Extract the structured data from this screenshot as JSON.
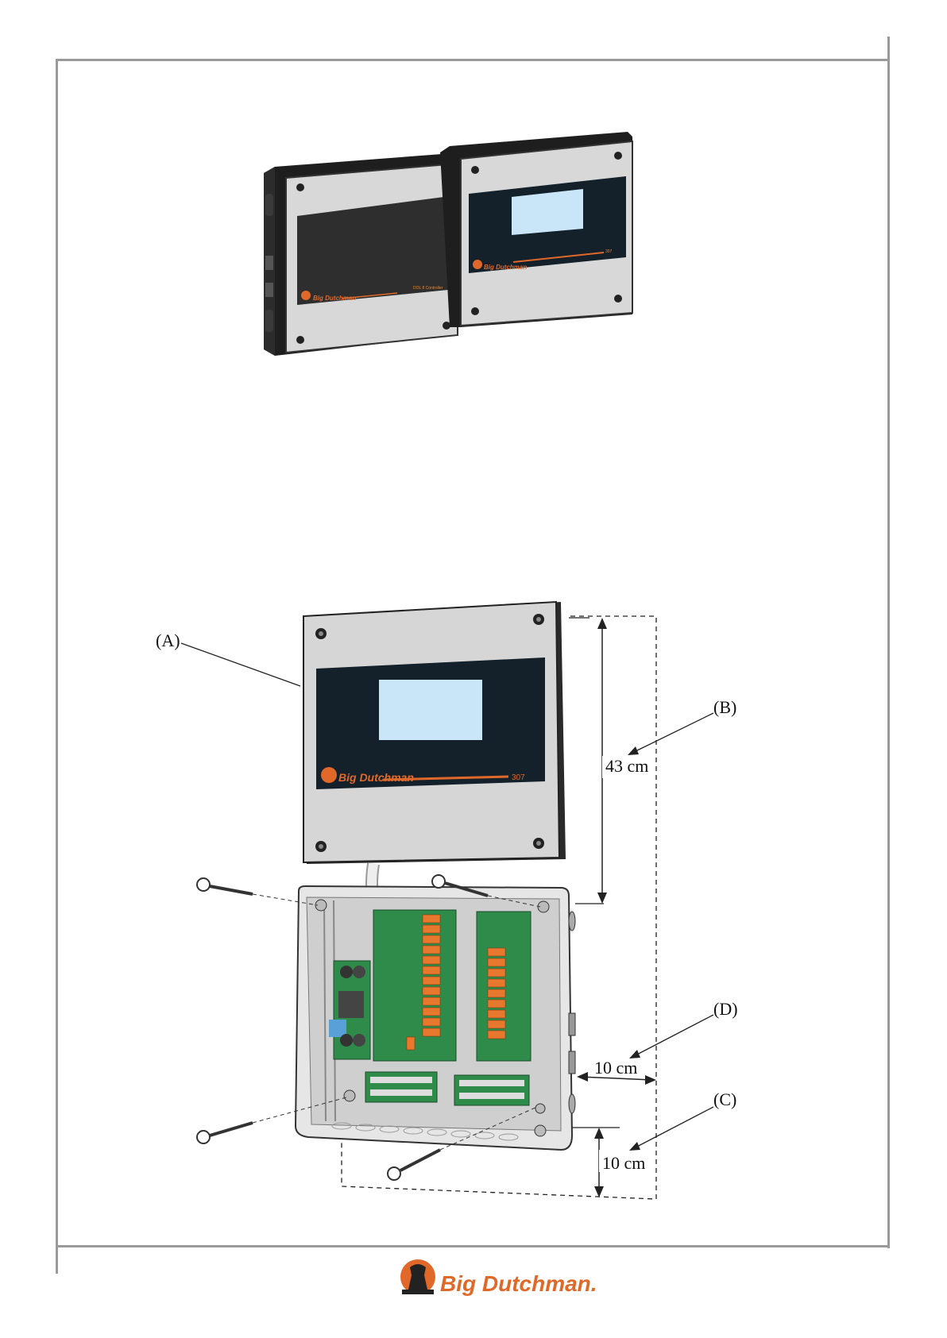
{
  "figure_labels": {
    "a": "(A)",
    "b": "(B)",
    "c": "(C)",
    "d": "(D)"
  },
  "dimensions": {
    "height": "43 cm",
    "side_clearance": "10 cm",
    "bottom_clearance": "10 cm"
  },
  "device": {
    "brand": "Big Dutchman",
    "model": "307",
    "left_unit_caption": "DOL 8 Controller"
  },
  "footer": {
    "brand": "Big Dutchman."
  },
  "colors": {
    "brand_orange": "#e0692a",
    "panel_gray": "#d6d6d6",
    "display_dark": "#14202a",
    "screen_blue": "#c8e6f8",
    "pcb_green": "#2e8b4a",
    "relay_orange": "#e8782e"
  }
}
